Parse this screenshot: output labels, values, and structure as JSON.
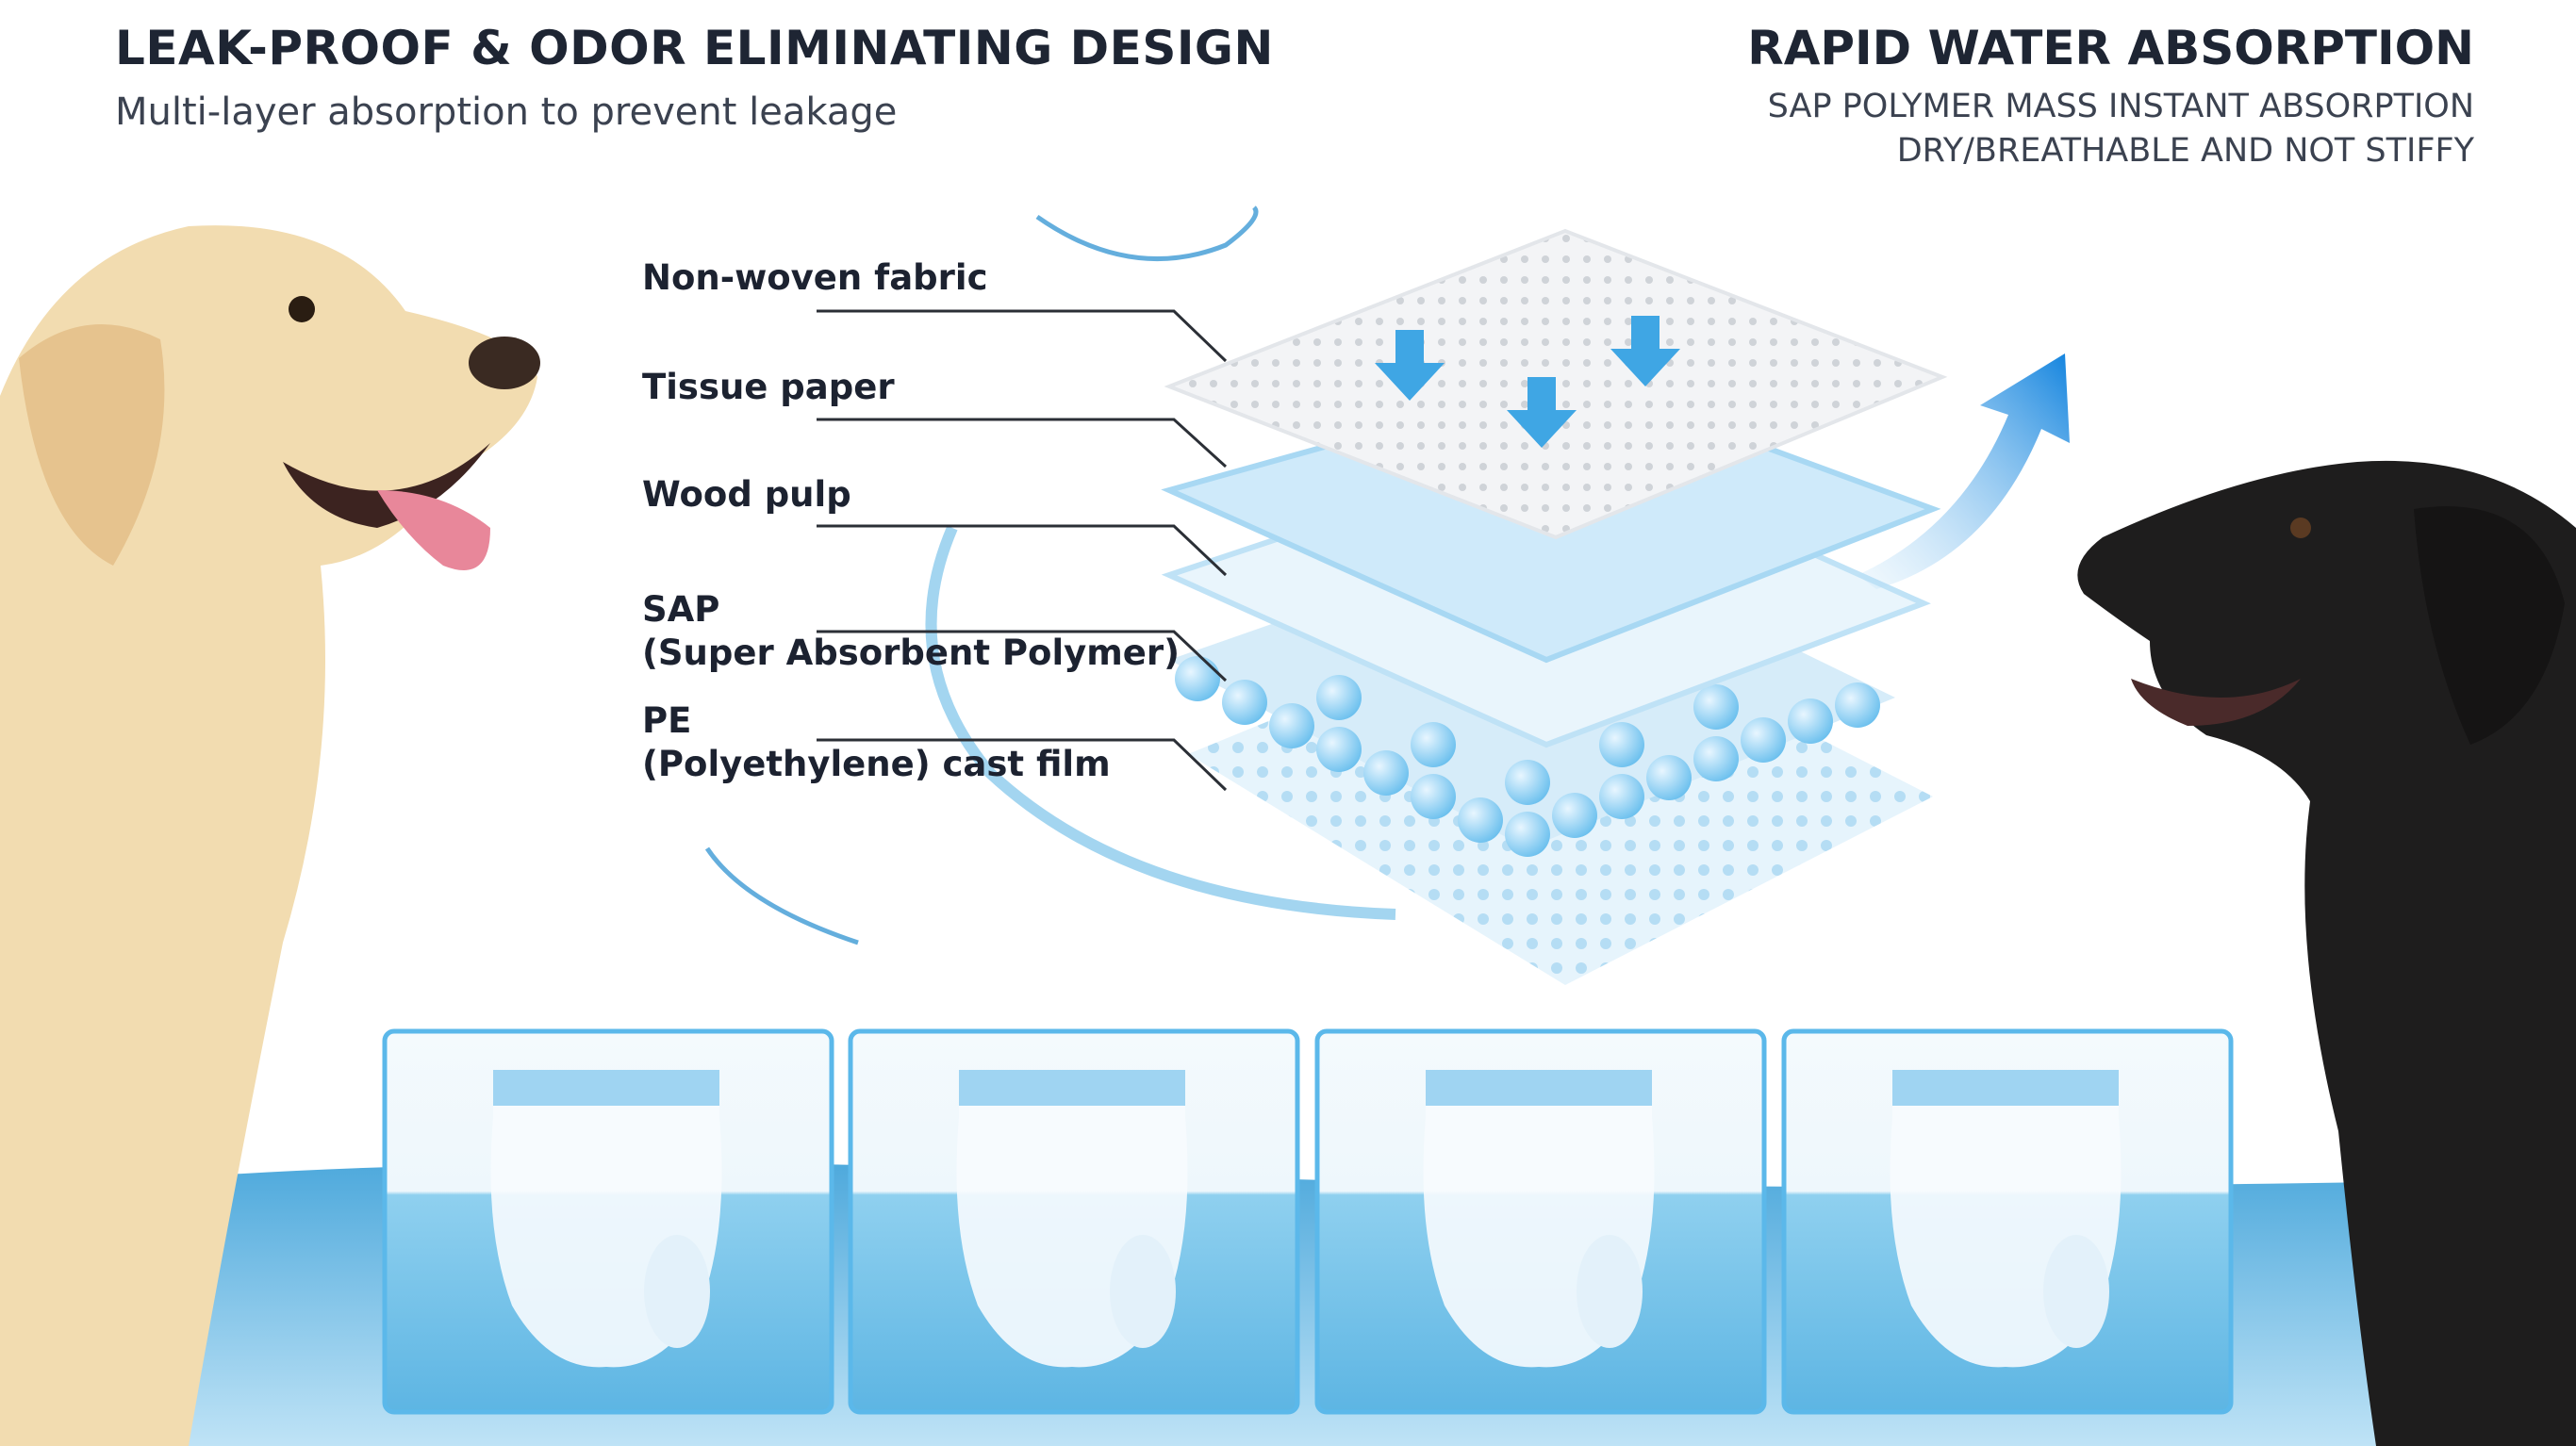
{
  "header_left": {
    "title": "LEAK-PROOF & ODOR ELIMINATING DESIGN",
    "subtitle": "Multi-layer absorption to prevent leakage"
  },
  "header_right": {
    "title": "RAPID WATER ABSORPTION",
    "subtitle_line1": "SAP POLYMER MASS INSTANT ABSORPTION",
    "subtitle_line2": "DRY/BREATHABLE AND NOT STIFFY"
  },
  "layers": [
    {
      "line1": "Non-woven fabric",
      "line2": ""
    },
    {
      "line1": "Tissue paper",
      "line2": ""
    },
    {
      "line1": "Wood pulp",
      "line2": ""
    },
    {
      "line1": "SAP",
      "line2": "(Super Absorbent Polymer)"
    },
    {
      "line1": "PE",
      "line2": "(Polyethylene) cast film"
    }
  ],
  "colors": {
    "accent_blue": "#1e8fe0",
    "panel_border": "#5bb8ea",
    "water": "#7cc4ea",
    "text": "#1e2533"
  }
}
